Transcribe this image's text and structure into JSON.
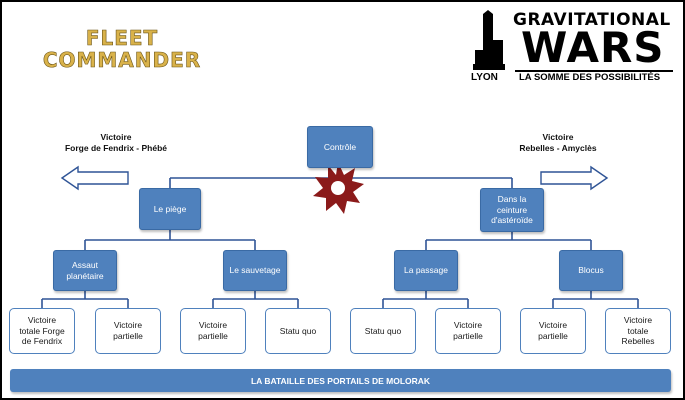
{
  "branding": {
    "fleet_line1": "FLEET",
    "fleet_line2": "COMMANDER",
    "gw_title": "GRAVITATIONAL",
    "gw_wars": "WARS",
    "gw_city": "LYON",
    "gw_tagline": "LA SOMME DES POSSIBILITÉS"
  },
  "victories": {
    "left": "Victoire\nForge de Fendrix - Phébé",
    "right": "Victoire\nRebelles - Amyclès"
  },
  "nodes": {
    "root": "Contrôle",
    "left": "Le piège",
    "right": "Dans la\nceinture\nd'astéroïde",
    "ll": "Assaut\nplanétaire",
    "lr": "Le sauvetage",
    "rl": "La passage",
    "rr": "Blocus"
  },
  "leaves": [
    "Victoire\ntotale Forge\nde Fendrix",
    "Victoire\npartielle",
    "Victoire\npartielle",
    "Statu quo",
    "Statu quo",
    "Victoire\npartielle",
    "Victoire\npartielle",
    "Victoire\ntotale\nRebelles"
  ],
  "footer": "LA BATAILLE DES PORTAILS DE MOLORAK",
  "colors": {
    "node_fill": "#4f81bd",
    "connector": "#2f5496",
    "emblem": "#8b1a1a",
    "fleet_gold": "#d9b24a"
  },
  "icons": {
    "emblem": "spiked-star-emblem",
    "arrows": "hollow-arrow",
    "tower": "tower-silhouette"
  }
}
